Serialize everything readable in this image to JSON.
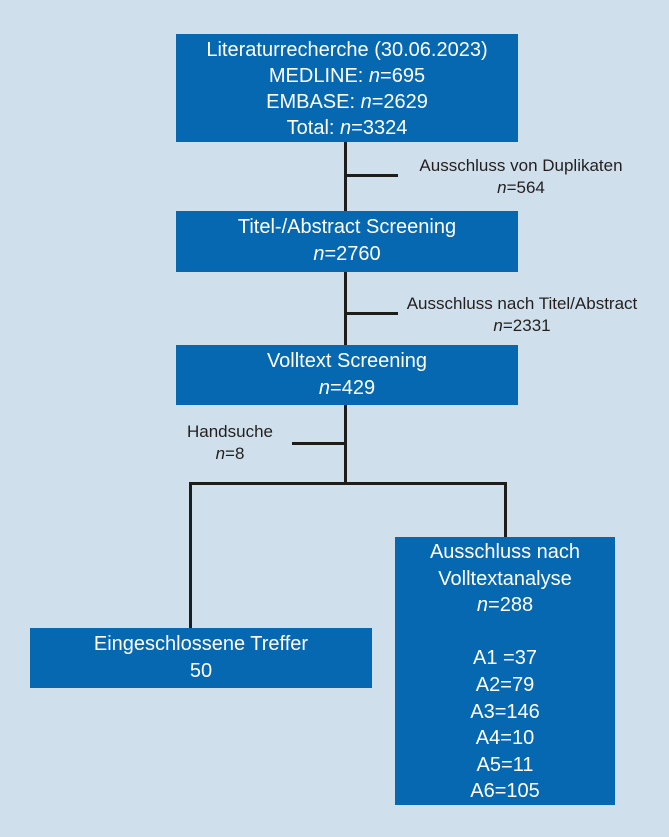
{
  "palette": {
    "background": "#cfe0ec",
    "box_fill": "#0568b1",
    "box_text": "#ffffff",
    "connector": "#1d1d1b",
    "label_text": "#231f20"
  },
  "diagram": {
    "boxes": {
      "literature_search": {
        "lines": [
          "Literaturrecherche (30.06.2023)",
          "MEDLINE: n=695",
          "EMBASE: n=2629",
          "Total: n=3324"
        ]
      },
      "title_abstract_screening": {
        "lines": [
          "Titel-/Abstract Screening",
          "n=2760"
        ]
      },
      "fulltext_screening": {
        "lines": [
          "Volltext Screening",
          "n=429"
        ]
      },
      "included_hits": {
        "lines": [
          "Eingeschlossene Treffer",
          "50"
        ]
      },
      "fulltext_exclusion": {
        "lines": [
          "Ausschluss nach",
          "Volltextanalyse",
          "n=288",
          "",
          "A1 =37",
          "A2=79",
          "A3=146",
          "A4=10",
          "A5=11",
          "A6=105"
        ]
      }
    },
    "side_labels": {
      "duplicates_excluded": {
        "lines": [
          "Ausschluss von Duplikaten",
          "n=564"
        ]
      },
      "title_abstract_excluded": {
        "lines": [
          "Ausschluss nach Titel/Abstract",
          "n=2331"
        ]
      },
      "hand_search": {
        "lines": [
          "Handsuche",
          "n=8"
        ]
      }
    }
  }
}
